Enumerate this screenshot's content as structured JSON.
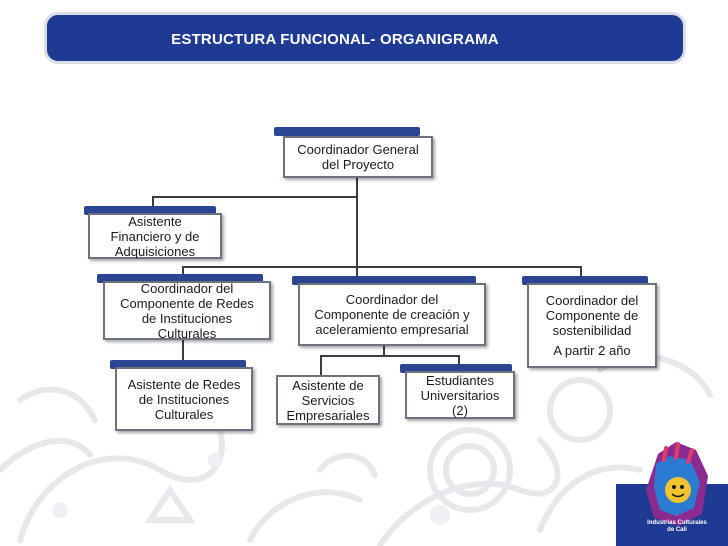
{
  "header": {
    "title": "ESTRUCTURA FUNCIONAL- ORGANIGRAMA"
  },
  "nodes": {
    "root": [
      "Coordinador General",
      "del Proyecto"
    ],
    "asistente_financiero": [
      "Asistente",
      "Financiero y de",
      "Adquisiciones"
    ],
    "coord_redes": [
      "Coordinador del",
      "Componente de Redes",
      "de Instituciones",
      "Culturales"
    ],
    "coord_creacion": [
      "Coordinador del",
      "Componente de creación y",
      "aceleramiento empresarial"
    ],
    "coord_sostenibilidad": [
      "Coordinador del",
      "Componente de",
      "sostenibilidad"
    ],
    "coord_sostenibilidad_note": "A partir 2 año",
    "asistente_redes": [
      "Asistente de Redes",
      "de Instituciones",
      "Culturales"
    ],
    "asistente_servicios": [
      "Asistente de",
      "Servicios",
      "Empresariales"
    ],
    "estudiantes": [
      "Estudiantes",
      "Universitarios",
      "(2)"
    ]
  },
  "logo": {
    "line1": "Industrias Culturales",
    "line2": "de Cali"
  },
  "colors": {
    "header": "#1f3a93",
    "accent_bar": "#2c4592",
    "box_border": "#6c7280"
  }
}
